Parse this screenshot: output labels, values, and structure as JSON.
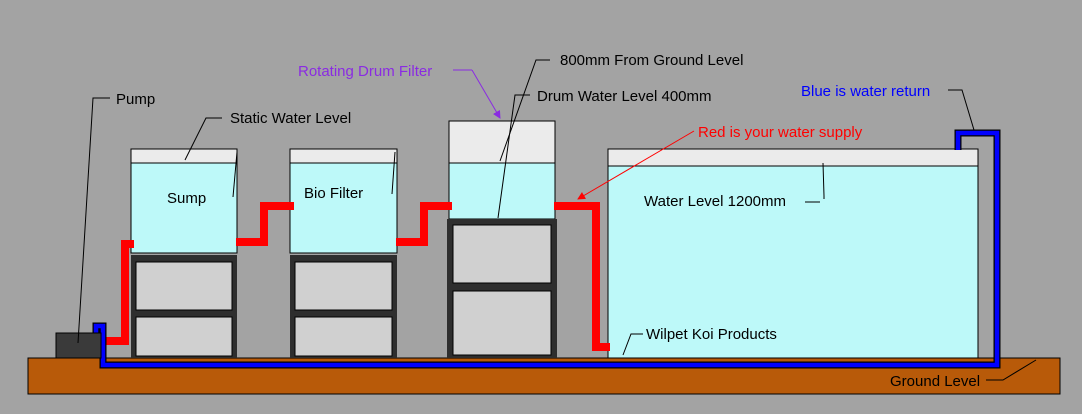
{
  "labels": {
    "pump": "Pump",
    "static_level": "Static Water Level",
    "sump": "Sump",
    "bio_filter": "Bio Filter",
    "rotating_drum": "Rotating Drum Filter",
    "from_ground": "800mm From Ground Level",
    "drum_level": "Drum Water Level 400mm",
    "red_supply": "Red is your water supply",
    "blue_return": "Blue is water return",
    "pond_level": "Water Level 1200mm",
    "brand": "Wilpet Koi Products",
    "ground": "Ground Level"
  },
  "colors": {
    "background": "#a3a3a3",
    "water": "#bdf9f9",
    "tank_rim": "#ebebeb",
    "stand_fill": "#d0d0d0",
    "stand_frame": "#2e2e2e",
    "ground": "#b85a09",
    "supply_pipe": "#ff0000",
    "return_pipe": "#0000ff",
    "pump": "#3a3a3a",
    "drum_label": "#8a2be2",
    "red_label": "#ff0000",
    "blue_label": "#0000ff",
    "text": "#000000"
  }
}
